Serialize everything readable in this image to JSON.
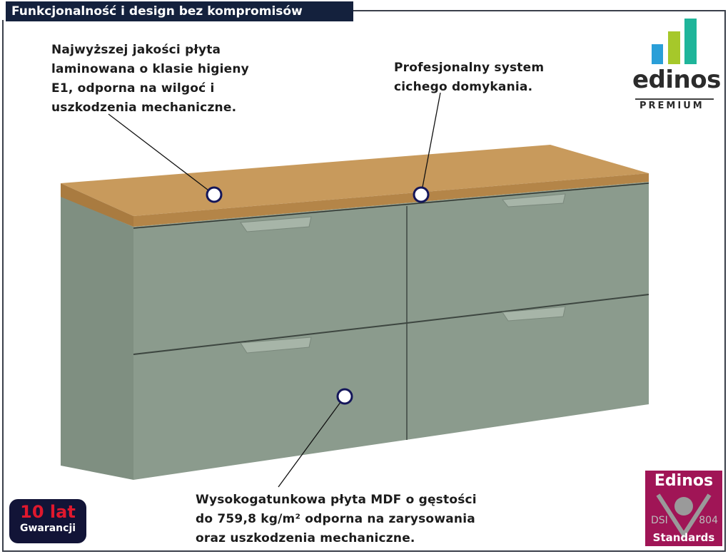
{
  "title": "Funkcjonalność i design bez kompromisów",
  "callouts": {
    "top_left": [
      "Najwyższej jakości płyta",
      "laminowana o klasie higieny",
      "E1, odporna na wilgoć i",
      "uszkodzenia mechaniczne."
    ],
    "top_right": [
      "Profesjonalny system",
      "cichego domykania."
    ],
    "bottom": [
      "Wysokogatunkowa płyta MDF o gęstości",
      "do 759,8 kg/m² odporna na zarysowania",
      "oraz uszkodzenia mechaniczne."
    ]
  },
  "logo": {
    "word": "edinos",
    "sub": "PREMIUM",
    "bar_colors": [
      "#2a9fd8",
      "#a6c82a",
      "#1fb59a"
    ]
  },
  "warranty": {
    "big": "10 lat",
    "small": "Gwarancji"
  },
  "standards": {
    "top": "Edinos",
    "dsi": "DSI",
    "num": "804",
    "bottom": "Standards"
  },
  "colors": {
    "navy": "#14213d",
    "cabinet_green": "#8a9a8c",
    "oak": "#c79a5a",
    "badge_magenta": "#a01556"
  }
}
